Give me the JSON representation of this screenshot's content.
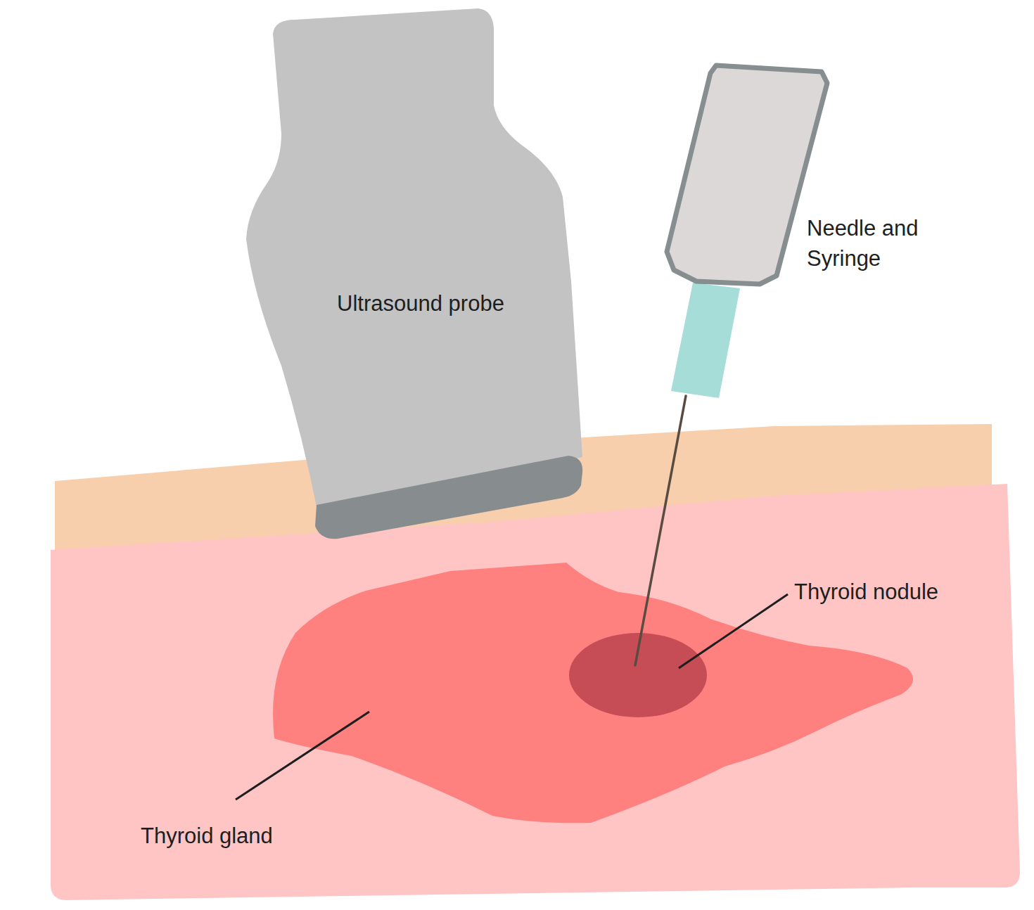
{
  "diagram": {
    "nodes": [
      {
        "text": [
          "Ultrasound probe"
        ]
      }
    ],
    "labels": [
      "Needle and Syringe",
      "Thyroid nodule",
      "Thyroid gland"
    ]
  }
}
